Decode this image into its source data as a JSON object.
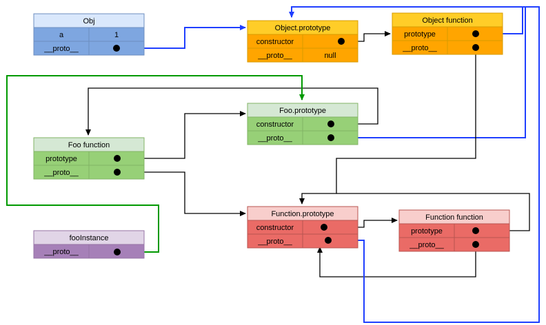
{
  "colors": {
    "blue_header": "#dae8fc",
    "blue_row": "#7ea6e0",
    "blue_stroke": "#6c8ebf",
    "orange_header": "#ffcd28",
    "orange_row": "#ffa500",
    "orange_stroke": "#d79b00",
    "green_header": "#d5e8d4",
    "green_row": "#97d077",
    "green_stroke": "#82b366",
    "red_header": "#f8cecc",
    "red_row": "#ea6b66",
    "red_stroke": "#b85450",
    "purple_header": "#e1d5e7",
    "purple_row": "#a680b8",
    "purple_stroke": "#9673a6",
    "blue_edge": "#1f3fff",
    "green_edge": "#009900",
    "black_edge": "#000000"
  },
  "nodes": {
    "obj": {
      "title": "Obj",
      "rows": [
        {
          "label": "a",
          "value": "1"
        },
        {
          "label": "__proto__",
          "value": ""
        }
      ]
    },
    "object_prototype": {
      "title": "Object.prototype",
      "rows": [
        {
          "label": "constructor",
          "value": ""
        },
        {
          "label": "__proto__",
          "value": "null"
        }
      ]
    },
    "object_function": {
      "title": "Object function",
      "rows": [
        {
          "label": "prototype",
          "value": ""
        },
        {
          "label": "__proto__",
          "value": ""
        }
      ]
    },
    "foo_prototype": {
      "title": "Foo.prototype",
      "rows": [
        {
          "label": "constructor",
          "value": ""
        },
        {
          "label": "__proto__",
          "value": ""
        }
      ]
    },
    "foo_function": {
      "title": "Foo function",
      "rows": [
        {
          "label": "prototype",
          "value": ""
        },
        {
          "label": "__proto__",
          "value": ""
        }
      ]
    },
    "foo_instance": {
      "title": "fooInstance",
      "rows": [
        {
          "label": "__proto__",
          "value": ""
        }
      ]
    },
    "function_prototype": {
      "title": "Function.prototype",
      "rows": [
        {
          "label": "constructor",
          "value": ""
        },
        {
          "label": "__proto__",
          "value": ""
        }
      ]
    },
    "function_function": {
      "title": "Function function",
      "rows": [
        {
          "label": "prototype",
          "value": ""
        },
        {
          "label": "__proto__",
          "value": ""
        }
      ]
    }
  }
}
